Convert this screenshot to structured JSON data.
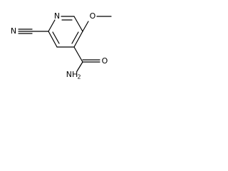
{
  "molecule": {
    "atoms": {
      "ring_n": "N",
      "methoxy_o": "O",
      "nitrile_n": "N",
      "carbonyl_o": "O",
      "amide_n": "NH",
      "amide_sub": "2"
    },
    "colors": {
      "bond": "#000000",
      "label": "#000000",
      "background": "#ffffff"
    }
  }
}
